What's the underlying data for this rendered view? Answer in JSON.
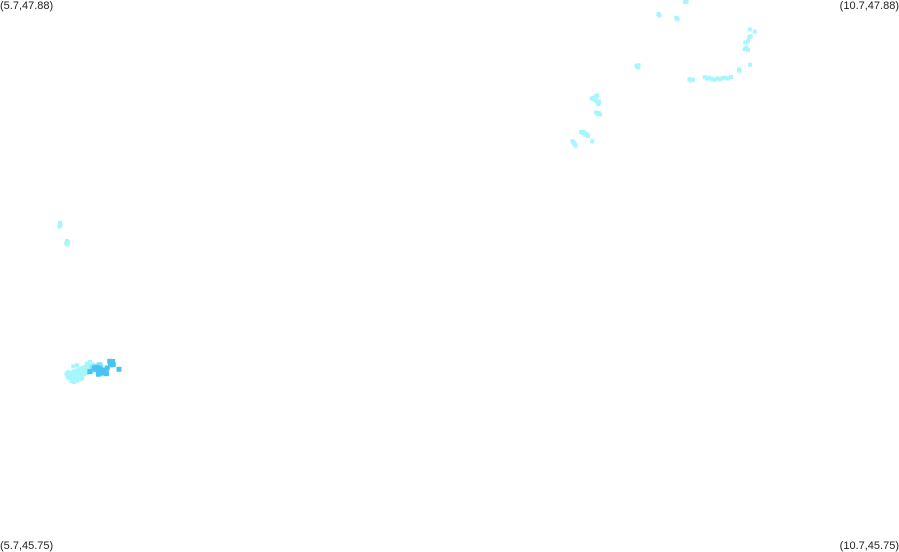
{
  "map": {
    "bounds": {
      "lon_min": 5.7,
      "lon_max": 10.7,
      "lat_min": 45.75,
      "lat_max": 47.88
    },
    "corner_labels": {
      "top_left": "(5.7,47.88)",
      "top_right": "(10.7,47.88)",
      "bottom_left": "(5.7,45.75)",
      "bottom_right": "(10.7,45.75)"
    },
    "colors": {
      "background": "#ffffff",
      "light": "#a6f6fc",
      "medium": "#7ee4f8",
      "strong": "#49c3f2"
    },
    "clusters": [
      {
        "name": "nw-spot-1",
        "level": "light",
        "points": [
          [
            6.034,
            47.02
          ],
          [
            6.037,
            47.013
          ],
          [
            6.031,
            47.006
          ]
        ]
      },
      {
        "name": "nw-spot-2",
        "level": "light",
        "points": [
          [
            6.072,
            46.95
          ],
          [
            6.078,
            46.945
          ],
          [
            6.069,
            46.941
          ],
          [
            6.075,
            46.937
          ]
        ]
      },
      {
        "name": "sw-main-band",
        "level": "light",
        "points": [
          [
            6.08,
            46.445
          ],
          [
            6.095,
            46.44
          ],
          [
            6.11,
            46.446
          ],
          [
            6.125,
            46.45
          ],
          [
            6.14,
            46.455
          ],
          [
            6.155,
            46.459
          ],
          [
            6.17,
            46.463
          ],
          [
            6.185,
            46.467
          ],
          [
            6.2,
            46.47
          ],
          [
            6.215,
            46.474
          ],
          [
            6.085,
            46.432
          ],
          [
            6.1,
            46.428
          ],
          [
            6.115,
            46.434
          ],
          [
            6.13,
            46.438
          ],
          [
            6.145,
            46.442
          ],
          [
            6.16,
            46.447
          ],
          [
            6.175,
            46.451
          ],
          [
            6.19,
            46.455
          ],
          [
            6.205,
            46.458
          ],
          [
            6.22,
            46.462
          ],
          [
            6.235,
            46.466
          ],
          [
            6.09,
            46.42
          ],
          [
            6.105,
            46.416
          ],
          [
            6.12,
            46.421
          ],
          [
            6.135,
            46.426
          ],
          [
            6.15,
            46.431
          ],
          [
            6.165,
            46.436
          ],
          [
            6.18,
            46.44
          ],
          [
            6.195,
            46.444
          ],
          [
            6.21,
            46.448
          ],
          [
            6.225,
            46.452
          ],
          [
            6.24,
            46.456
          ],
          [
            6.098,
            46.41
          ],
          [
            6.112,
            46.406
          ],
          [
            6.128,
            46.411
          ],
          [
            6.143,
            46.416
          ],
          [
            6.158,
            46.42
          ],
          [
            6.07,
            46.438
          ],
          [
            6.075,
            46.426
          ],
          [
            6.25,
            46.476
          ],
          [
            6.245,
            46.464
          ],
          [
            6.26,
            46.47
          ],
          [
            6.107,
            46.466
          ],
          [
            6.129,
            46.471
          ],
          [
            6.182,
            46.477
          ],
          [
            6.2,
            46.483
          ]
        ]
      },
      {
        "name": "sw-medium-core",
        "level": "medium",
        "points": [
          [
            6.21,
            46.462
          ],
          [
            6.222,
            46.468
          ],
          [
            6.234,
            46.466
          ],
          [
            6.246,
            46.471
          ],
          [
            6.258,
            46.474
          ],
          [
            6.215,
            46.45
          ],
          [
            6.228,
            46.454
          ],
          [
            6.24,
            46.458
          ],
          [
            6.252,
            46.46
          ],
          [
            6.264,
            46.465
          ]
        ]
      },
      {
        "name": "sw-strong-core",
        "level": "strong",
        "points": [
          [
            6.225,
            46.46
          ],
          [
            6.233,
            46.455
          ],
          [
            6.241,
            46.462
          ],
          [
            6.247,
            46.452
          ],
          [
            6.255,
            46.458
          ],
          [
            6.268,
            46.446
          ],
          [
            6.274,
            46.44
          ],
          [
            6.276,
            46.452
          ],
          [
            6.29,
            46.448
          ],
          [
            6.292,
            46.438
          ],
          [
            6.31,
            46.486
          ],
          [
            6.318,
            46.48
          ],
          [
            6.326,
            46.485
          ],
          [
            6.33,
            46.473
          ],
          [
            6.314,
            46.472
          ],
          [
            6.296,
            46.46
          ],
          [
            6.2,
            46.446
          ],
          [
            6.248,
            46.436
          ],
          [
            6.362,
            46.455
          ]
        ]
      },
      {
        "name": "ne-peak",
        "level": "light",
        "points": [
          [
            9.51,
            47.88
          ],
          [
            9.518,
            47.875
          ]
        ]
      },
      {
        "name": "ne-sparse-1",
        "level": "light",
        "points": [
          [
            9.362,
            47.826
          ],
          [
            9.368,
            47.82
          ]
        ]
      },
      {
        "name": "ne-sparse-2",
        "level": "light",
        "points": [
          [
            9.462,
            47.81
          ],
          [
            9.468,
            47.806
          ]
        ]
      },
      {
        "name": "ne-chain-east",
        "level": "light",
        "points": [
          [
            9.87,
            47.766
          ],
          [
            9.898,
            47.758
          ],
          [
            9.867,
            47.736
          ],
          [
            9.875,
            47.74
          ],
          [
            9.86,
            47.721
          ],
          [
            9.845,
            47.716
          ],
          [
            9.85,
            47.696
          ],
          [
            9.842,
            47.69
          ],
          [
            9.86,
            47.688
          ],
          [
            9.872,
            47.63
          ],
          [
            9.81,
            47.612
          ],
          [
            9.812,
            47.607
          ]
        ]
      },
      {
        "name": "ne-line-south",
        "level": "light",
        "points": [
          [
            9.62,
            47.582
          ],
          [
            9.632,
            47.577
          ],
          [
            9.645,
            47.58
          ],
          [
            9.66,
            47.575
          ],
          [
            9.675,
            47.572
          ],
          [
            9.69,
            47.577
          ],
          [
            9.705,
            47.574
          ],
          [
            9.72,
            47.579
          ],
          [
            9.735,
            47.58
          ],
          [
            9.75,
            47.577
          ],
          [
            9.765,
            47.583
          ],
          [
            9.535,
            47.574
          ],
          [
            9.545,
            47.57
          ],
          [
            9.555,
            47.573
          ]
        ]
      },
      {
        "name": "ne-west-dot",
        "level": "light",
        "points": [
          [
            9.24,
            47.626
          ],
          [
            9.248,
            47.62
          ],
          [
            9.252,
            47.628
          ]
        ]
      },
      {
        "name": "ne-mid-group",
        "level": "light",
        "points": [
          [
            8.99,
            47.499
          ],
          [
            8.998,
            47.503
          ],
          [
            9.006,
            47.497
          ],
          [
            9.014,
            47.492
          ],
          [
            9.024,
            47.484
          ],
          [
            9.032,
            47.488
          ],
          [
            9.028,
            47.478
          ],
          [
            9.015,
            47.508
          ],
          [
            9.022,
            47.512
          ]
        ]
      },
      {
        "name": "ne-mid-low",
        "level": "light",
        "points": [
          [
            9.016,
            47.446
          ],
          [
            9.024,
            47.44
          ],
          [
            9.031,
            47.444
          ],
          [
            9.038,
            47.438
          ]
        ]
      },
      {
        "name": "ne-south-group",
        "level": "light",
        "points": [
          [
            8.932,
            47.371
          ],
          [
            8.94,
            47.367
          ],
          [
            8.948,
            47.37
          ],
          [
            8.952,
            47.36
          ],
          [
            8.962,
            47.363
          ],
          [
            8.97,
            47.356
          ],
          [
            8.884,
            47.335
          ],
          [
            8.89,
            47.33
          ],
          [
            8.896,
            47.326
          ],
          [
            8.9,
            47.318
          ],
          [
            8.994,
            47.335
          ]
        ]
      }
    ]
  }
}
